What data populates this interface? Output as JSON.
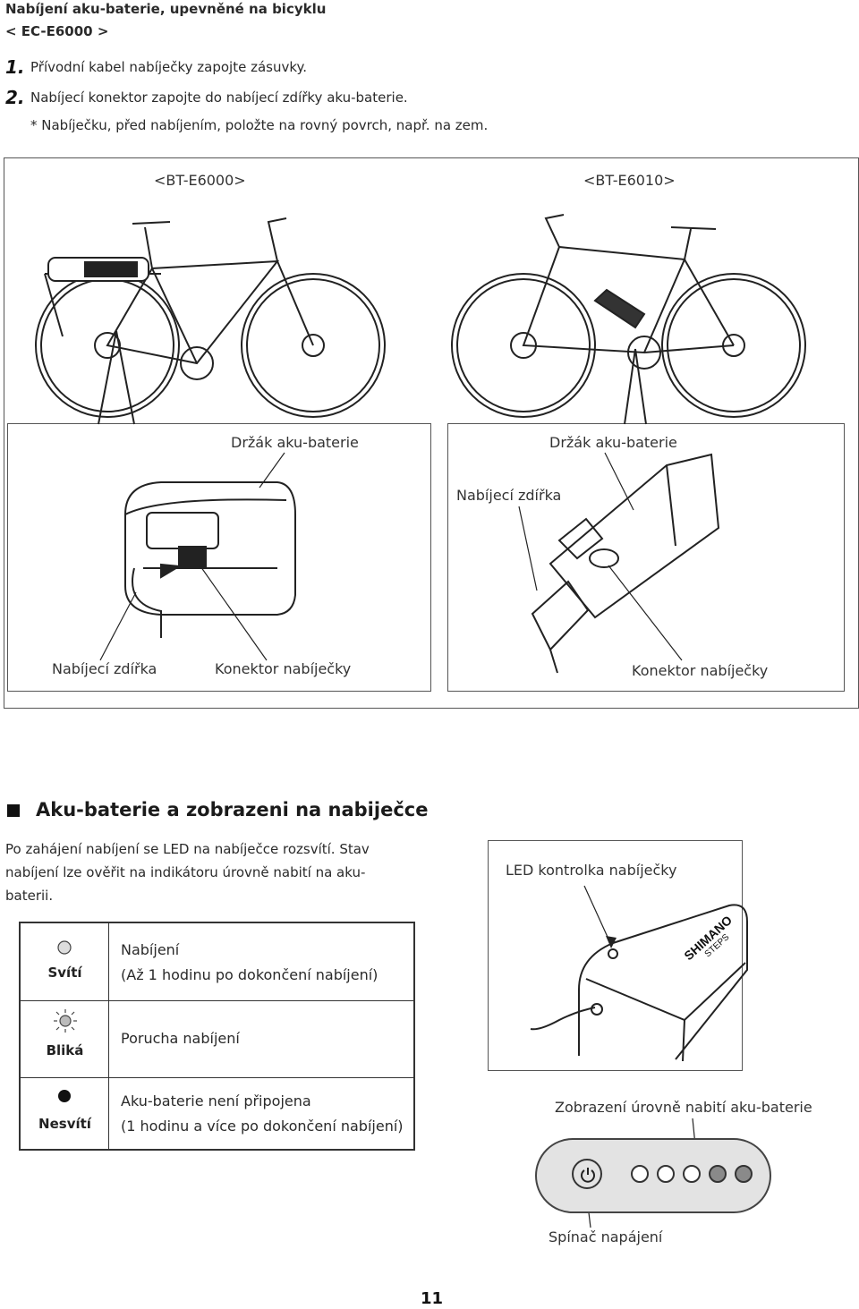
{
  "header": {
    "title": "Nabíjení aku-baterie, upevněné na bicyklu",
    "model": "< EC-E6000 >"
  },
  "steps": [
    {
      "number": "1.",
      "text": "Přívodní kabel nabíječky zapojte zásuvky."
    },
    {
      "number": "2.",
      "text": "Nabíjecí konektor zapojte do nabíjecí zdířky aku-baterie."
    }
  ],
  "note": "* Nabíječku, před nabíjením, položte na rovný povrch, např. na zem.",
  "figure1": {
    "left_title": "<BT-E6000>",
    "right_title": "<BT-E6010>",
    "left_labels": {
      "holder": "Držák aku-baterie",
      "socket": "Nabíjecí zdířka",
      "connector": "Konektor nabíječky"
    },
    "right_labels": {
      "holder": "Držák aku-baterie",
      "socket": "Nabíjecí zdířka",
      "connector": "Konektor nabíječky"
    }
  },
  "section": {
    "title": "Aku-baterie a zobrazeni na nabiječce",
    "intro_lines": [
      "Po zahájení nabíjení se LED na nabíječce rozsvítí. Stav",
      "nabíjení lze ověřit na indikátoru úrovně nabití na aku-",
      "baterii."
    ]
  },
  "status_table": [
    {
      "icon": "led-lit-icon",
      "name": "Svítí",
      "lines": [
        "Nabíjení",
        "(Až 1 hodinu po dokončení nabíjení)"
      ]
    },
    {
      "icon": "led-blinking-icon",
      "name": "Bliká",
      "lines": [
        "Porucha nabíjení"
      ]
    },
    {
      "icon": "led-off-icon",
      "name": "Nesvítí",
      "lines": [
        "Aku-baterie není připojena",
        "(1 hodinu a více po dokončení nabíjení)"
      ]
    }
  ],
  "charger_figure": {
    "led_label": "LED kontrolka nabíječky",
    "brand": "SHIMANO",
    "sub_brand": "STEPS"
  },
  "battery_display": {
    "level_label": "Zobrazení úrovně nabití aku-baterie",
    "power_label": "Spínač napájení",
    "led_states": [
      "off",
      "off",
      "off",
      "on",
      "on"
    ],
    "colors": {
      "panel": "#e3e3e3",
      "led_off": "#ffffff",
      "led_on": "#8a8a8a"
    }
  },
  "page_number": "11"
}
